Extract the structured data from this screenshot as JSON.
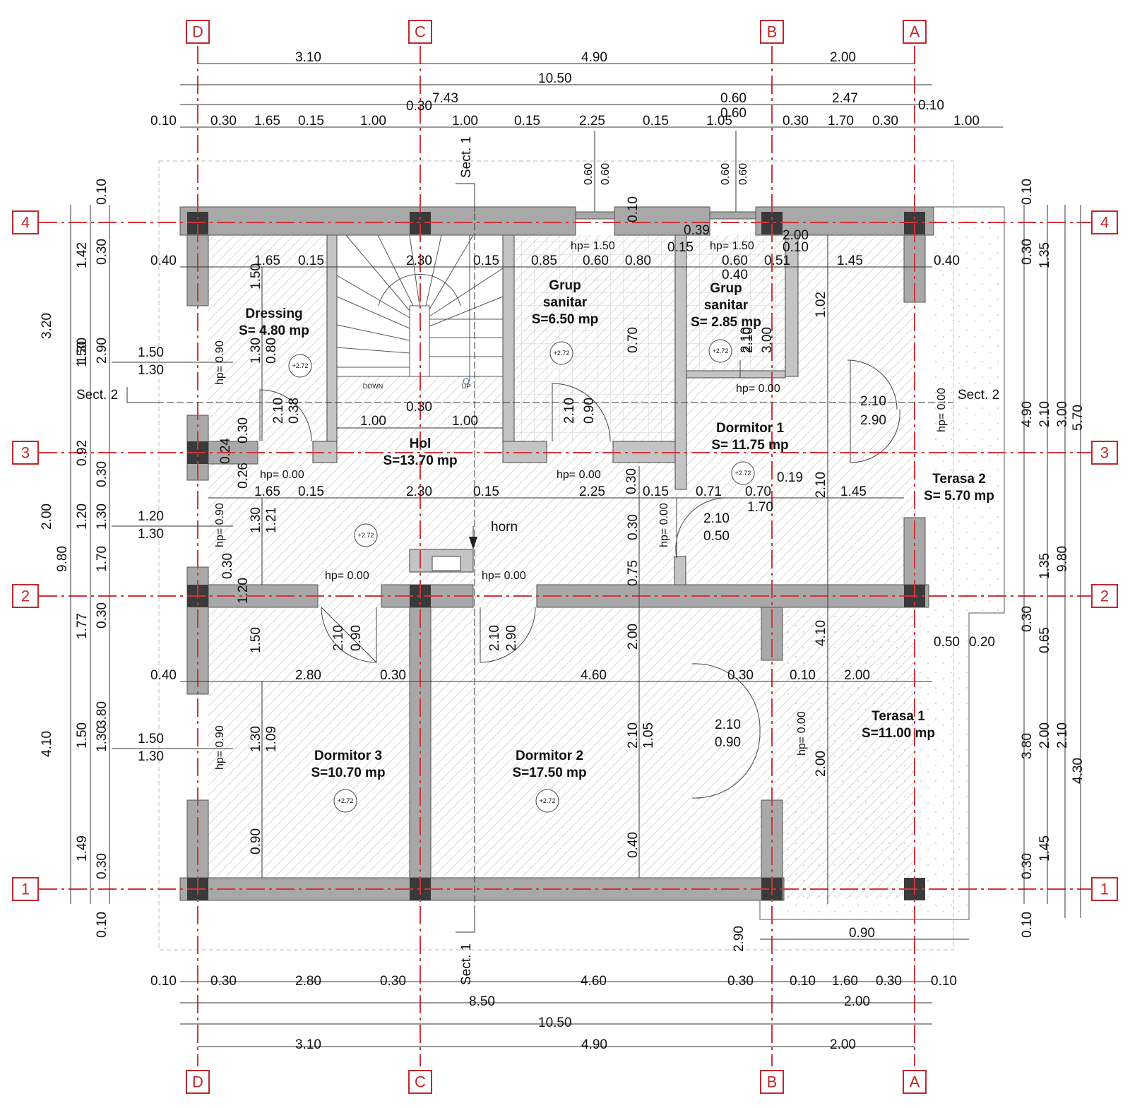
{
  "axes": {
    "columns": [
      "D",
      "C",
      "B",
      "A"
    ],
    "rows": [
      "4",
      "3",
      "2",
      "1"
    ]
  },
  "dims_top": {
    "row1": [
      "3.10",
      "4.90",
      "2.00"
    ],
    "total": "10.50",
    "row3": [
      "7.43",
      "0.30",
      "0.60",
      "0.60",
      "2.47",
      "0.10"
    ],
    "row4": [
      "0.10",
      "0.30",
      "1.65",
      "0.15",
      "1.00",
      "1.00",
      "0.15",
      "2.25",
      "0.15",
      "1.05",
      "0.30",
      "1.70",
      "0.30",
      "1.00"
    ]
  },
  "dims_bottom": {
    "row1": [
      "0.10",
      "0.30",
      "2.80",
      "0.30",
      "4.60",
      "0.30",
      "0.10",
      "1.60",
      "0.30",
      "0.10"
    ],
    "row2": [
      "8.50",
      "2.00"
    ],
    "total": "10.50",
    "row4": [
      "3.10",
      "4.90",
      "2.00"
    ]
  },
  "dims_left": {
    "outer": [
      "3.20",
      "9.80",
      "2.00",
      "4.10"
    ],
    "mid": [
      "1.42",
      "1.50",
      "0.92",
      "1.20",
      "1.77",
      "1.50",
      "1.49"
    ],
    "inner": [
      "0.10",
      "0.30",
      "2.90",
      "1.30",
      "0.30",
      "1.30",
      "1.70",
      "0.30",
      "3.80",
      "1.30",
      "0.30",
      "0.10"
    ],
    "window": [
      "1.50",
      "1.30",
      "1.20",
      "1.30",
      "1.50",
      "1.30"
    ]
  },
  "dims_right": {
    "inner": [
      "0.10",
      "0.30",
      "4.90",
      "0.30",
      "3.80",
      "0.30",
      "0.10"
    ],
    "mid": [
      "1.35",
      "2.10",
      "1.35",
      "0.65",
      "2.00",
      "1.45"
    ],
    "outer": [
      "3.00",
      "9.80",
      "2.10"
    ],
    "outer2": [
      "5.70",
      "4.30"
    ]
  },
  "interior": {
    "row_a": [
      "0.40",
      "1.65",
      "0.15",
      "2.30",
      "0.15",
      "0.85",
      "0.60",
      "0.80",
      "0.15",
      "0.60",
      "0.51",
      "0.10",
      "1.45",
      "0.40"
    ],
    "row_b": [
      "1.65",
      "0.15",
      "2.30",
      "0.15",
      "2.25",
      "0.30",
      "0.15",
      "0.71",
      "0.70",
      "0.19",
      "1.45"
    ],
    "row_c": [
      "0.40",
      "2.80",
      "0.30",
      "4.60",
      "0.30",
      "0.10",
      "2.00"
    ],
    "row_hol": [
      "1.00",
      "0.30",
      "1.00"
    ],
    "misc": [
      "0.39",
      "0.60",
      "0.60",
      "0.60",
      "0.60",
      "0.40",
      "0.10",
      "2.00",
      "1.02",
      "1.50",
      "1.30",
      "0.80",
      "2.10",
      "0.38",
      "0.30",
      "0.24",
      "0.26",
      "0.30",
      "1.20",
      "1.30",
      "1.21",
      "1.50",
      "1.30",
      "1.09",
      "0.90",
      "2.10",
      "0.90",
      "2.10",
      "2.90",
      "0.70",
      "2.10",
      "3.00",
      "2.10",
      "2.90",
      "2.10",
      "1.70",
      "0.30",
      "0.75",
      "2.00",
      "2.10",
      "1.05",
      "0.40",
      "4.10",
      "2.00",
      "2.10",
      "0.90",
      "2.10",
      "0.50",
      "0.50",
      "0.20",
      "2.90",
      "0.90",
      "2.10",
      "0.90",
      "2.10"
    ]
  },
  "hp": {
    "h150": "hp= 1.50",
    "h090": "hp= 0.90",
    "h000": "hp= 0.00"
  },
  "rooms": {
    "dressing": {
      "name": "Dressing",
      "area": "S= 4.80 mp"
    },
    "gs1": {
      "name1": "Grup",
      "name2": "sanitar",
      "area": "S=6.50 mp"
    },
    "gs2": {
      "name1": "Grup",
      "name2": "sanitar",
      "area": "S= 2.85 mp"
    },
    "hol": {
      "name": "Hol",
      "area": "S=13.70 mp"
    },
    "dormitor1": {
      "name": "Dormitor 1",
      "area": "S= 11.75 mp"
    },
    "terasa2": {
      "name": "Terasa 2",
      "area": "S= 5.70 mp"
    },
    "dormitor3": {
      "name": "Dormitor 3",
      "area": "S=10.70 mp"
    },
    "dormitor2": {
      "name": "Dormitor 2",
      "area": "S=17.50 mp"
    },
    "terasa1": {
      "name": "Terasa 1",
      "area": "S=11.00 mp"
    }
  },
  "level_mark": "+2.72",
  "sections": {
    "s1": "Sect. 1",
    "s2": "Sect. 2"
  },
  "horn": "horn",
  "stairs": {
    "down": "DOWN",
    "up": "UP"
  },
  "colors": {
    "grid": "#d0353a",
    "wall": "#a8a8a8",
    "column": "#3a3a3a"
  }
}
